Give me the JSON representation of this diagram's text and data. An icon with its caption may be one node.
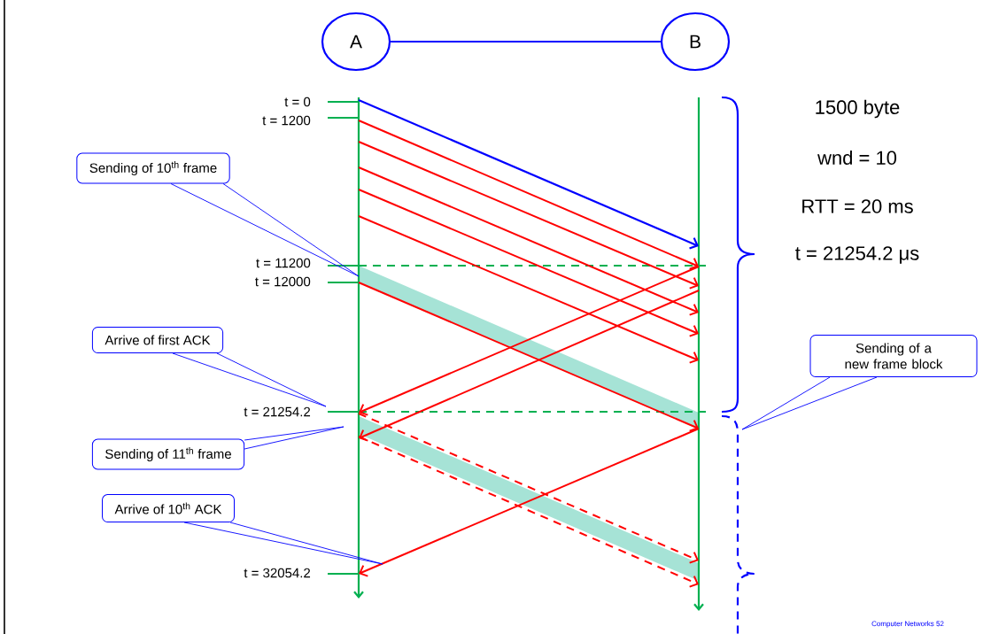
{
  "diagram": {
    "nodes": [
      {
        "text": [
          "A"
        ]
      },
      {
        "text": [
          "B"
        ]
      },
      {
        "text": [
          "Sending of 10$^{th}$ frame"
        ]
      },
      {
        "text": [
          "Arrive of first ACK"
        ]
      },
      {
        "text": [
          "Sending of 11$^{th}$ frame"
        ]
      },
      {
        "text": [
          "Arrive of 10$^{th}$ ACK"
        ]
      },
      {
        "text": [
          "Sending of a new frame block"
        ]
      }
    ],
    "edges": [
      {
        "from": 0,
        "to": 1,
        "arrow": "none"
      },
      {
        "from": 2,
        "to": null,
        "arrow": "none"
      },
      {
        "from": 3,
        "to": null,
        "arrow": "none"
      },
      {
        "from": 4,
        "to": null,
        "arrow": "none"
      },
      {
        "from": 5,
        "to": null,
        "arrow": "none"
      },
      {
        "from": 6,
        "to": null,
        "arrow": "none"
      }
    ],
    "labels": [
      "t = 0",
      "t = 1200",
      "1500 byte",
      "wnd = 10",
      "RTT = 20 ms",
      "t = 21254.2 μs",
      "t = 11200",
      "t = 12000",
      "t = 21254.2",
      "t = 32054.2",
      "Computer Networks 52"
    ]
  }
}
